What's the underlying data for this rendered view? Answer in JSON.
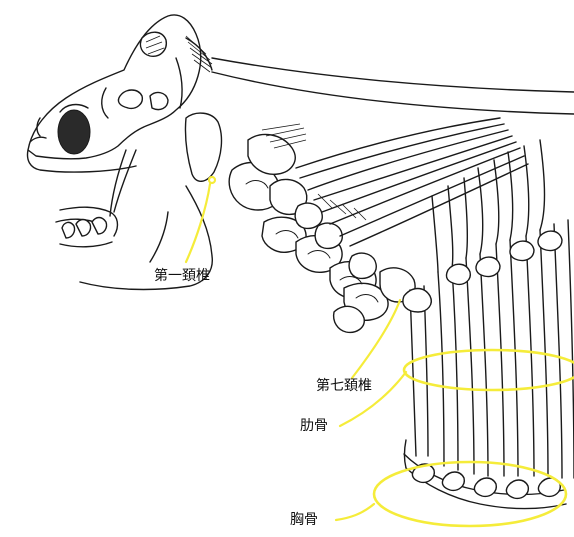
{
  "labels": {
    "atlas": "第一頚椎",
    "seventh_cervical": "第七頚椎",
    "ribs": "肋骨",
    "sternum": "胸骨"
  },
  "colors": {
    "highlight": "#f5ec3a",
    "ink": "#1a1a1a",
    "background": "#ffffff"
  }
}
